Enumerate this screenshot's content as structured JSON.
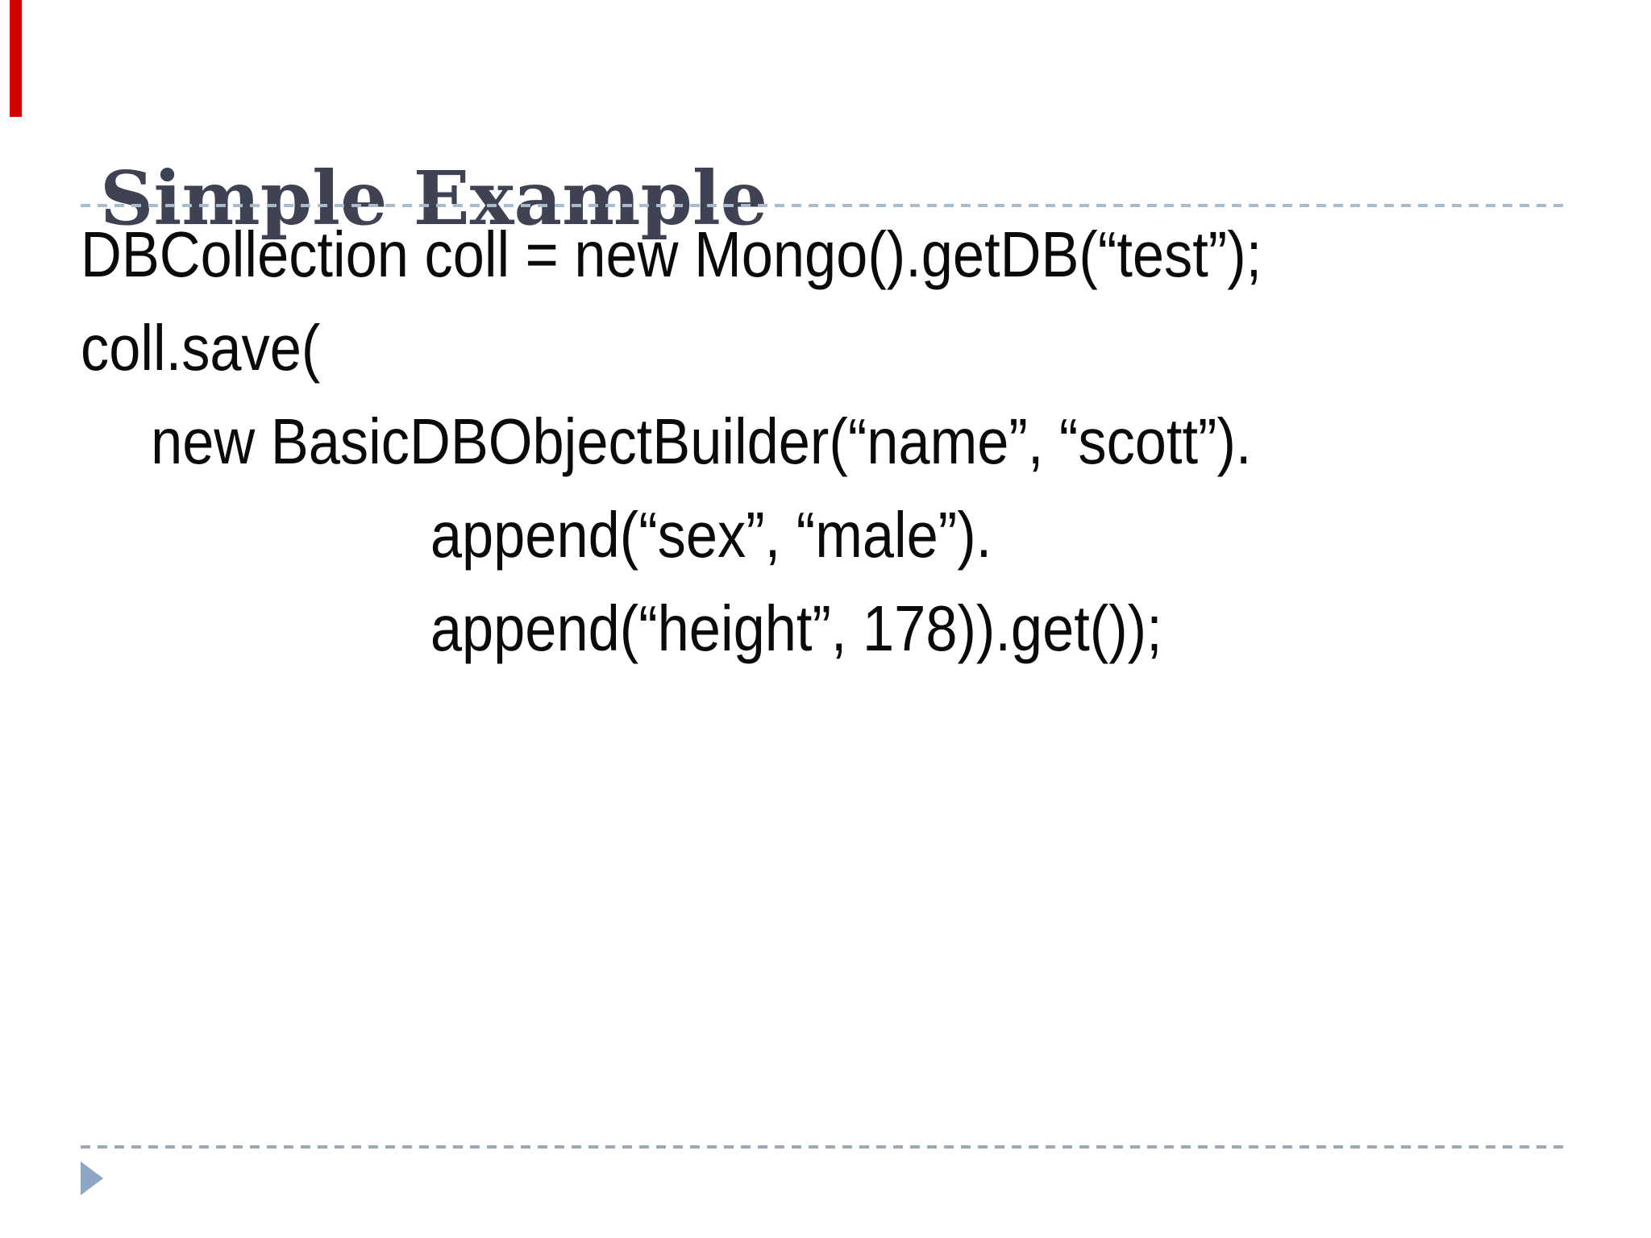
{
  "slide": {
    "title": "Simple Example",
    "code_lines": [
      {
        "text": "DBCollection coll = new Mongo().getDB(“test”);",
        "indent": 0
      },
      {
        "text": "coll.save(",
        "indent": 0
      },
      {
        "text": "new BasicDBObjectBuilder(“name”, “scott”).",
        "indent": 1
      },
      {
        "text": "append(“sex”, “male”).",
        "indent": 2
      },
      {
        "text": "append(“height”, 178)).get());",
        "indent": 2
      }
    ],
    "colors": {
      "background": "#ffffff",
      "title": "#3f4252",
      "code": "#0a0a0a",
      "dash": "#a7bccd",
      "dash_bottom": "#9ca9b8",
      "triangle": "#8ea7c5",
      "red_bar": "#d40000"
    }
  }
}
